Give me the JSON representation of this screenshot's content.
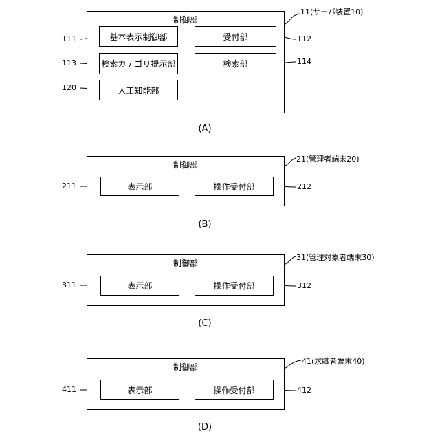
{
  "diagram_a": {
    "title": "制御部",
    "ref": "11(サーバ装置10)",
    "caption": "(A)",
    "boxes": [
      {
        "label": "基本表示制御部",
        "ref": "111"
      },
      {
        "label": "受付部",
        "ref": "112"
      },
      {
        "label": "検索カテゴリ提示部",
        "ref": "113"
      },
      {
        "label": "検索部",
        "ref": "114"
      },
      {
        "label": "人工知能部",
        "ref": "120"
      }
    ]
  },
  "diagram_b": {
    "title": "制御部",
    "ref": "21(管理者端末20)",
    "caption": "(B)",
    "boxes": [
      {
        "label": "表示部",
        "ref": "211"
      },
      {
        "label": "操作受付部",
        "ref": "212"
      }
    ]
  },
  "diagram_c": {
    "title": "制御部",
    "ref": "31(管理対象者端末30)",
    "caption": "(C)",
    "boxes": [
      {
        "label": "表示部",
        "ref": "311"
      },
      {
        "label": "操作受付部",
        "ref": "312"
      }
    ]
  },
  "diagram_d": {
    "title": "制御部",
    "ref": "41(求職者端末40)",
    "caption": "(D)",
    "boxes": [
      {
        "label": "表示部",
        "ref": "411"
      },
      {
        "label": "操作受付部",
        "ref": "412"
      }
    ]
  }
}
